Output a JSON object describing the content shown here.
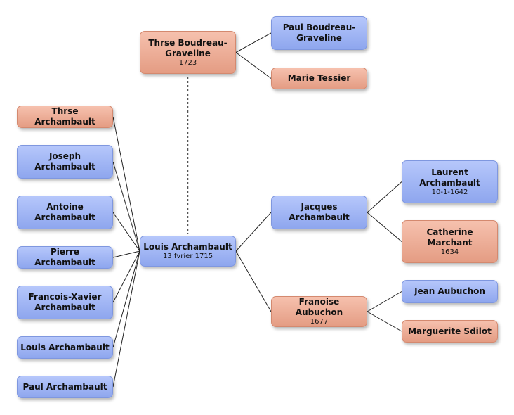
{
  "colors": {
    "male": "#9cb2f4",
    "female": "#eaa891",
    "line": "#222222"
  },
  "people": {
    "spouse": {
      "name": "Thrse Boudreau-Graveline",
      "date": "1723"
    },
    "spouse_father": {
      "name": "Paul Boudreau-Graveline",
      "date": ""
    },
    "spouse_mother": {
      "name": "Marie Tessier",
      "date": ""
    },
    "root": {
      "name": "Louis Archambault",
      "date": "13 fvrier 1715"
    },
    "father": {
      "name": "Jacques Archambault",
      "date": ""
    },
    "mother": {
      "name": "Franoise Aubuchon",
      "date": "1677"
    },
    "pgf": {
      "name": "Laurent Archambault",
      "date": "10-1-1642"
    },
    "pgm": {
      "name": "Catherine Marchant",
      "date": "1634"
    },
    "mgf": {
      "name": "Jean Aubuchon",
      "date": ""
    },
    "mgm": {
      "name": "Marguerite Sdilot",
      "date": ""
    },
    "child1": {
      "name": "Thrse Archambault",
      "date": ""
    },
    "child2": {
      "name": "Joseph Archambault",
      "date": ""
    },
    "child3": {
      "name": "Antoine Archambault",
      "date": ""
    },
    "child4": {
      "name": "Pierre Archambault",
      "date": ""
    },
    "child5": {
      "name": "Francois-Xavier Archambault",
      "date": ""
    },
    "child6": {
      "name": "Louis Archambault",
      "date": ""
    },
    "child7": {
      "name": "Paul Archambault",
      "date": ""
    }
  }
}
